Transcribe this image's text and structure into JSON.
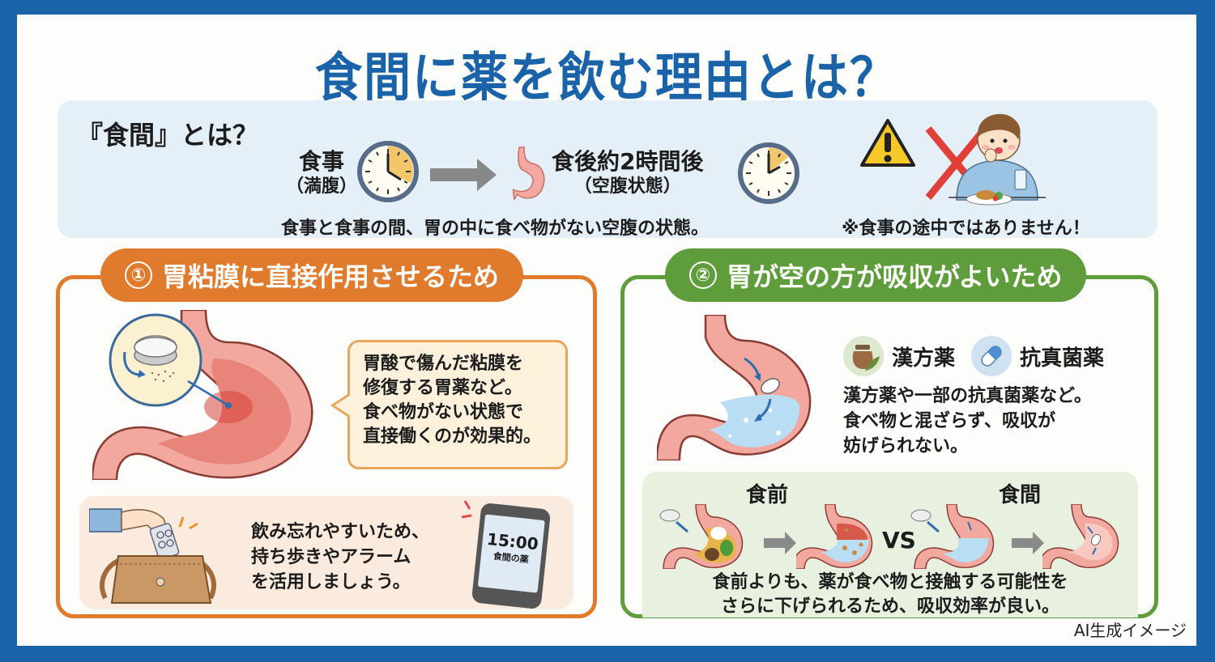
{
  "title": "食間に薬を飲む理由とは？",
  "definition": {
    "heading": "『食間』とは？",
    "meal_label": "食事",
    "meal_sub": "（満腹）",
    "after_label": "食後約2時間後",
    "after_sub": "（空腹状態）",
    "description": "食事と食事の間、胃の中に食べ物がない空腹の状態。",
    "note": "※食事の途中ではありません！",
    "icons": [
      "clock-icon",
      "arrow-right-icon",
      "stomach-icon",
      "clock-icon",
      "warning-icon",
      "cross-icon",
      "eating-boy-illustration"
    ]
  },
  "section1": {
    "number": "①",
    "title": "胃粘膜に直接作用させるため",
    "bubble_lines": [
      "胃酸で傷んだ粘膜を",
      "修復する胃薬など。",
      "食べ物がない状態で",
      "直接働くのが効果的。"
    ],
    "tip_lines": [
      "飲み忘れやすいため、",
      "持ち歩きやアラーム",
      "を活用しましょう。"
    ],
    "phone_time": "15:00",
    "phone_label": "食間の薬",
    "color": "#e07a2c"
  },
  "section2": {
    "number": "②",
    "title": "胃が空の方が吸収がよいため",
    "med1": "漢方薬",
    "med2": "抗真菌薬",
    "desc_lines": [
      "漢方薬や一部の抗真菌薬など。",
      "食べ物と混ざらず、吸収が",
      "妨げられない。"
    ],
    "compare": {
      "left_label": "食前",
      "right_label": "食間",
      "vs": "VS",
      "desc_lines": [
        "食前よりも、薬が食べ物と接触する可能性を",
        "さらに下げられるため、吸収効率が良い。"
      ]
    },
    "color": "#5e9c3c"
  },
  "credit": "AI生成イメージ",
  "colors": {
    "frame": "#1a63a8",
    "title": "#1a63a8",
    "def_bg": "#e4eff8",
    "orange": "#e07a2c",
    "green": "#5e9c3c"
  }
}
